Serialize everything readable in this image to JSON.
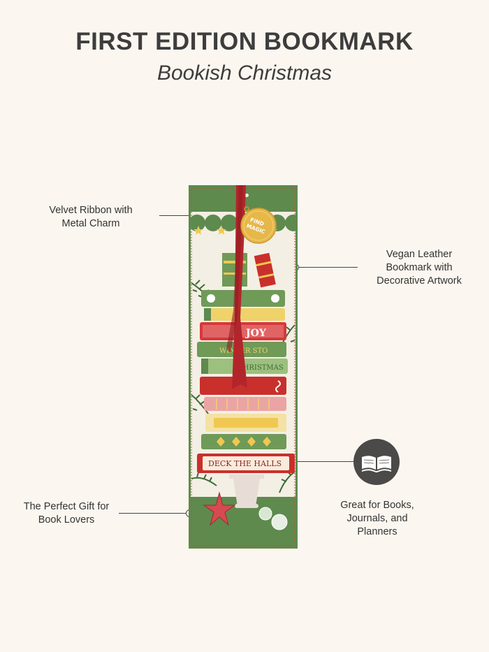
{
  "header": {
    "title": "FIRST EDITION BOOKMARK",
    "subtitle": "Bookish Christmas"
  },
  "callouts": {
    "ribbon": [
      "Velvet Ribbon with",
      "Metal Charm"
    ],
    "leather": [
      "Vegan Leather",
      "Bookmark with",
      "Decorative Artwork"
    ],
    "gift": [
      "The Perfect Gift for",
      "Book Lovers"
    ],
    "uses": [
      "Great for Books,",
      "Journals, and",
      "Planners"
    ]
  },
  "bookmark": {
    "charm_text": [
      "FIND",
      "MAGIC"
    ],
    "book_titles": {
      "deck": "DECK THE HALLS",
      "christmas": "CHRISTMAS",
      "winter": "WINTER STO",
      "joy": "JOY"
    }
  },
  "icons": {
    "uses_icon": "open-book-icon"
  },
  "colors": {
    "background": "#fbf7f0",
    "bookmark_green": "#5e8a4e",
    "ribbon_red": "#b2262b",
    "charm_gold": "#e6b84a"
  }
}
